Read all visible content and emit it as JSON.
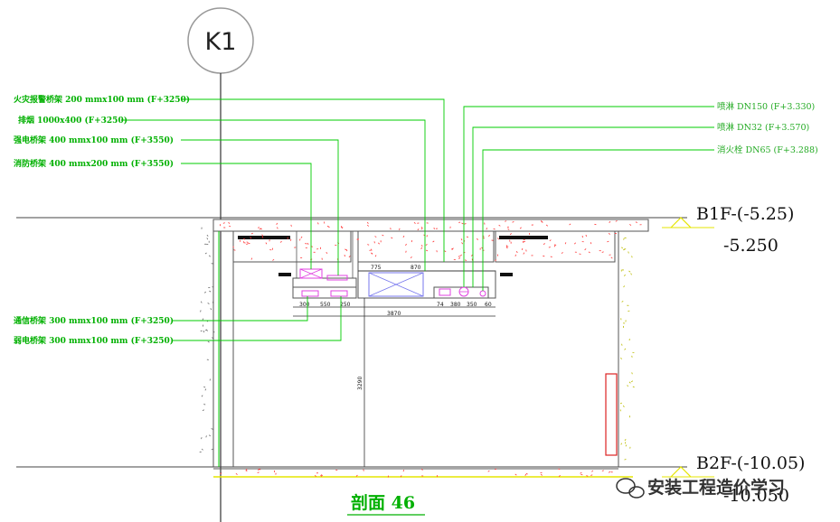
{
  "grid": {
    "axis_label": "K1"
  },
  "left_labels": [
    {
      "text": "火灾报警桥架 200 mmx100 mm (F+3250)"
    },
    {
      "text": "排烟 1000x400 (F+3250)"
    },
    {
      "text": "强电桥架 400 mmx100 mm (F+3550)"
    },
    {
      "text": "消防桥架 400 mmx200 mm (F+3550)"
    },
    {
      "text": "通信桥架 300 mmx100 mm (F+3250)"
    },
    {
      "text": "弱电桥架 300 mmx100 mm (F+3250)"
    }
  ],
  "right_labels": [
    {
      "text": "喷淋 DN150 (F+3.330)"
    },
    {
      "text": "喷淋 DN32 (F+3.570)"
    },
    {
      "text": "消火栓 DN65 (F+3.288)"
    }
  ],
  "levels": {
    "top_name": "B1F-(-5.25)",
    "top_value": "-5.250",
    "bottom_name": "B2F-(-10.05)",
    "bottom_value": "-10.050"
  },
  "dimensions": {
    "d1": "775",
    "d2": "870",
    "d3": "300",
    "d4": "550",
    "d5": "250",
    "d6": "74",
    "d7": "380",
    "d8": "350",
    "d9": "60",
    "total": "3870",
    "height": "3290"
  },
  "section_title": "剖面 46",
  "watermark": "安装工程造价学习",
  "colors": {
    "label_green": "#00b000",
    "duct_magenta": "#e040e0",
    "leader_green": "#00cc00",
    "concrete_red": "#ff3333",
    "accent_yellow": "#e6e600"
  }
}
